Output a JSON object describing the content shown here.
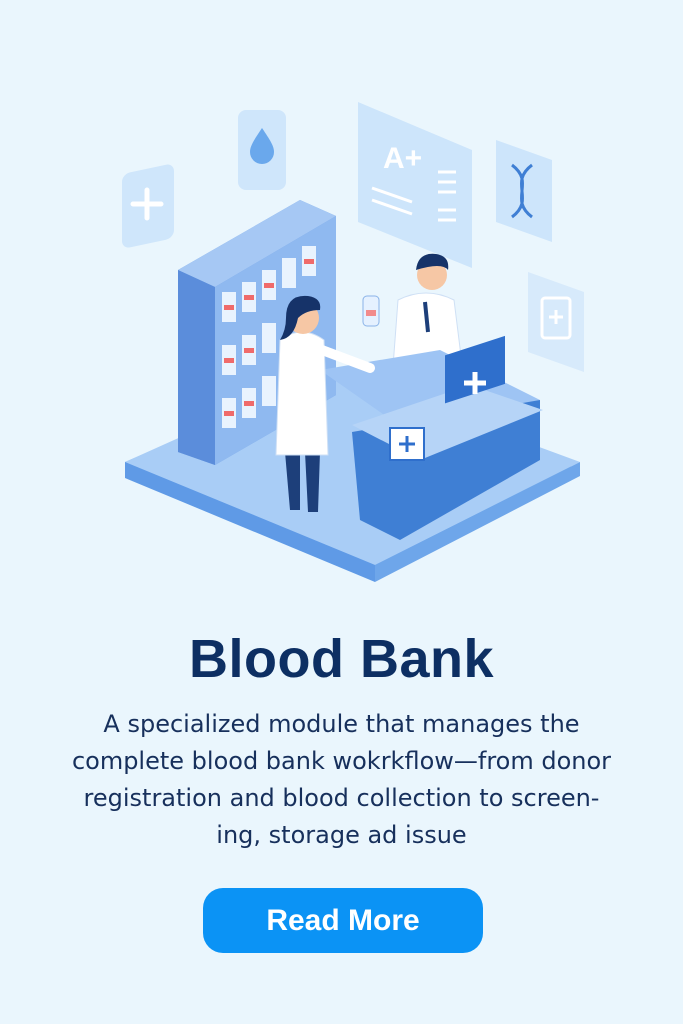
{
  "illustration": {
    "blood_type_label": "A+"
  },
  "card": {
    "title": "Blood Bank",
    "description_lines": [
      "A specialized module that manages the",
      "complete blood bank wokrkflow—from donor",
      "registration and blood collection to screen-",
      "ing, storage ad issue"
    ],
    "button_label": "Read More"
  },
  "colors": {
    "background": "#eaf6fd",
    "title": "#0d2f63",
    "button": "#0b93f5"
  }
}
